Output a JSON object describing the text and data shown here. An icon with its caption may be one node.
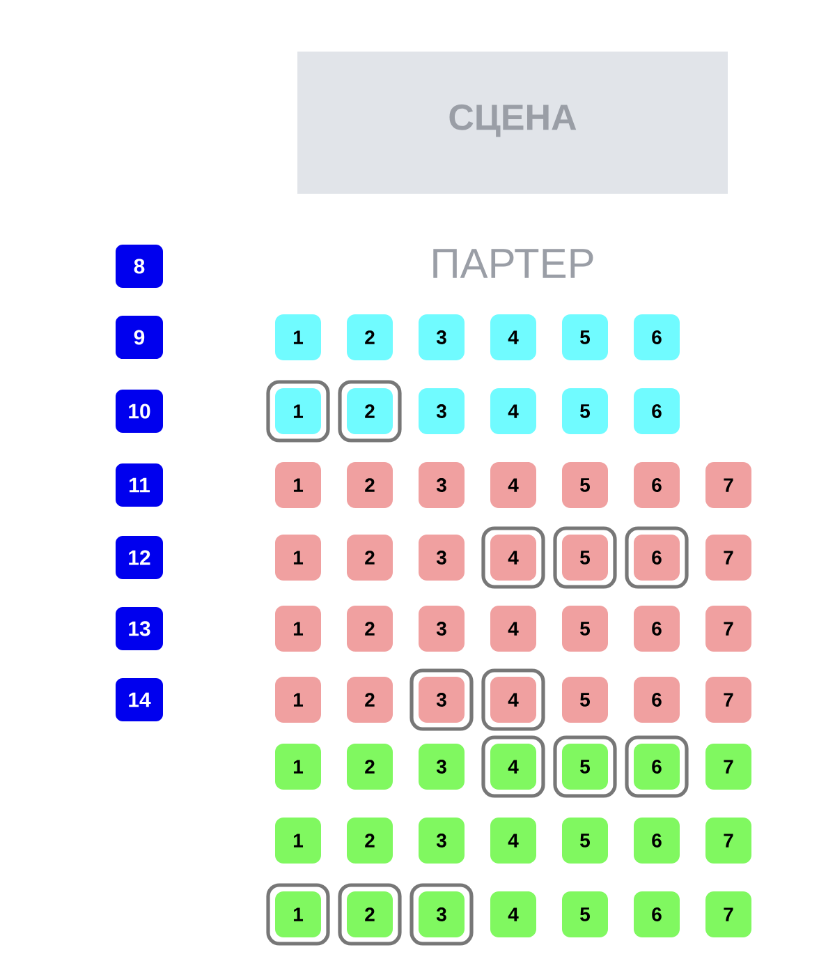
{
  "diagram": {
    "nodes": [
      {
        "text": [
          "СЦЕНА"
        ]
      },
      {
        "text": [
          "8"
        ]
      },
      {
        "text": [
          "9"
        ]
      },
      {
        "text": [
          "1"
        ]
      },
      {
        "text": [
          "2"
        ]
      },
      {
        "text": [
          "3"
        ]
      },
      {
        "text": [
          "4"
        ]
      },
      {
        "text": [
          "5"
        ]
      },
      {
        "text": [
          "6"
        ]
      },
      {
        "text": [
          "10"
        ]
      },
      {
        "text": [
          "1"
        ]
      },
      {
        "text": [
          "2"
        ]
      },
      {
        "text": [
          "3"
        ]
      },
      {
        "text": [
          "4"
        ]
      },
      {
        "text": [
          "5"
        ]
      },
      {
        "text": [
          "6"
        ]
      },
      {
        "text": [
          "11"
        ]
      },
      {
        "text": [
          "1"
        ]
      },
      {
        "text": [
          "2"
        ]
      },
      {
        "text": [
          "3"
        ]
      },
      {
        "text": [
          "4"
        ]
      },
      {
        "text": [
          "5"
        ]
      },
      {
        "text": [
          "6"
        ]
      },
      {
        "text": [
          "7"
        ]
      },
      {
        "text": [
          "12"
        ]
      },
      {
        "text": [
          "1"
        ]
      },
      {
        "text": [
          "2"
        ]
      },
      {
        "text": [
          "3"
        ]
      },
      {
        "text": [
          "4"
        ]
      },
      {
        "text": [
          "5"
        ]
      },
      {
        "text": [
          "6"
        ]
      },
      {
        "text": [
          "7"
        ]
      },
      {
        "text": [
          "13"
        ]
      },
      {
        "text": [
          "1"
        ]
      },
      {
        "text": [
          "2"
        ]
      },
      {
        "text": [
          "3"
        ]
      },
      {
        "text": [
          "4"
        ]
      },
      {
        "text": [
          "5"
        ]
      },
      {
        "text": [
          "6"
        ]
      },
      {
        "text": [
          "7"
        ]
      },
      {
        "text": [
          "14"
        ]
      },
      {
        "text": [
          "1"
        ]
      },
      {
        "text": [
          "2"
        ]
      },
      {
        "text": [
          "3"
        ]
      },
      {
        "text": [
          "4"
        ]
      },
      {
        "text": [
          "5"
        ]
      },
      {
        "text": [
          "6"
        ]
      },
      {
        "text": [
          "7"
        ]
      },
      {
        "text": [
          "1"
        ]
      },
      {
        "text": [
          "2"
        ]
      },
      {
        "text": [
          "3"
        ]
      },
      {
        "text": [
          "4"
        ]
      },
      {
        "text": [
          "5"
        ]
      },
      {
        "text": [
          "6"
        ]
      },
      {
        "text": [
          "7"
        ]
      },
      {
        "text": [
          "1"
        ]
      },
      {
        "text": [
          "2"
        ]
      },
      {
        "text": [
          "3"
        ]
      },
      {
        "text": [
          "4"
        ]
      },
      {
        "text": [
          "5"
        ]
      },
      {
        "text": [
          "6"
        ]
      },
      {
        "text": [
          "7"
        ]
      },
      {
        "text": [
          "1"
        ]
      },
      {
        "text": [
          "2"
        ]
      },
      {
        "text": [
          "3"
        ]
      },
      {
        "text": [
          "4"
        ]
      },
      {
        "text": [
          "5"
        ]
      },
      {
        "text": [
          "6"
        ]
      },
      {
        "text": [
          "7"
        ]
      }
    ],
    "labels": [
      "ПАРТЕР"
    ]
  }
}
